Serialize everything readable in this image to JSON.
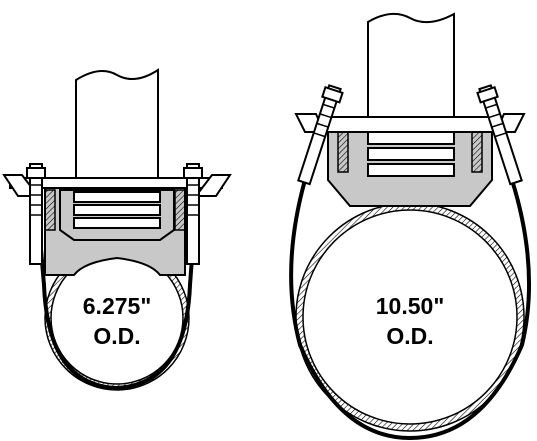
{
  "figure": {
    "small_assembly": {
      "size_label": "6.275\"",
      "od_label": "O.D."
    },
    "large_assembly": {
      "size_label": "10.50\"",
      "od_label": "O.D."
    }
  },
  "colors": {
    "line": "#000000",
    "fitting_fill": "#c8c8c8",
    "background": "#ffffff"
  }
}
